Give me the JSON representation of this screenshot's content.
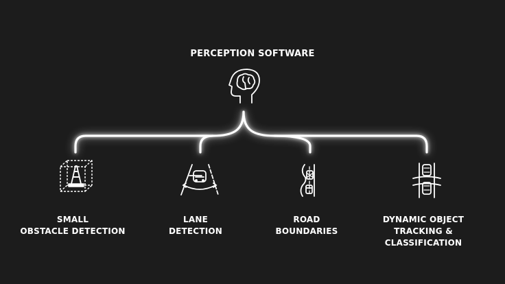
{
  "title": "PERCEPTION SOFTWARE",
  "colors": {
    "background": "#1c1c1c",
    "foreground": "#ffffff"
  },
  "root_icon": "brain-head-icon",
  "nodes": [
    {
      "icon": "traffic-cone-box-icon",
      "lines": [
        "SMALL",
        "OBSTACLE DETECTION"
      ]
    },
    {
      "icon": "lane-car-icon",
      "lines": [
        "LANE",
        "DETECTION"
      ]
    },
    {
      "icon": "road-boundary-icon",
      "lines": [
        "ROAD",
        "BOUNDARIES"
      ]
    },
    {
      "icon": "vehicle-tracking-icon",
      "lines": [
        "DYNAMIC OBJECT",
        "TRACKING &",
        "CLASSIFICATION"
      ]
    }
  ]
}
